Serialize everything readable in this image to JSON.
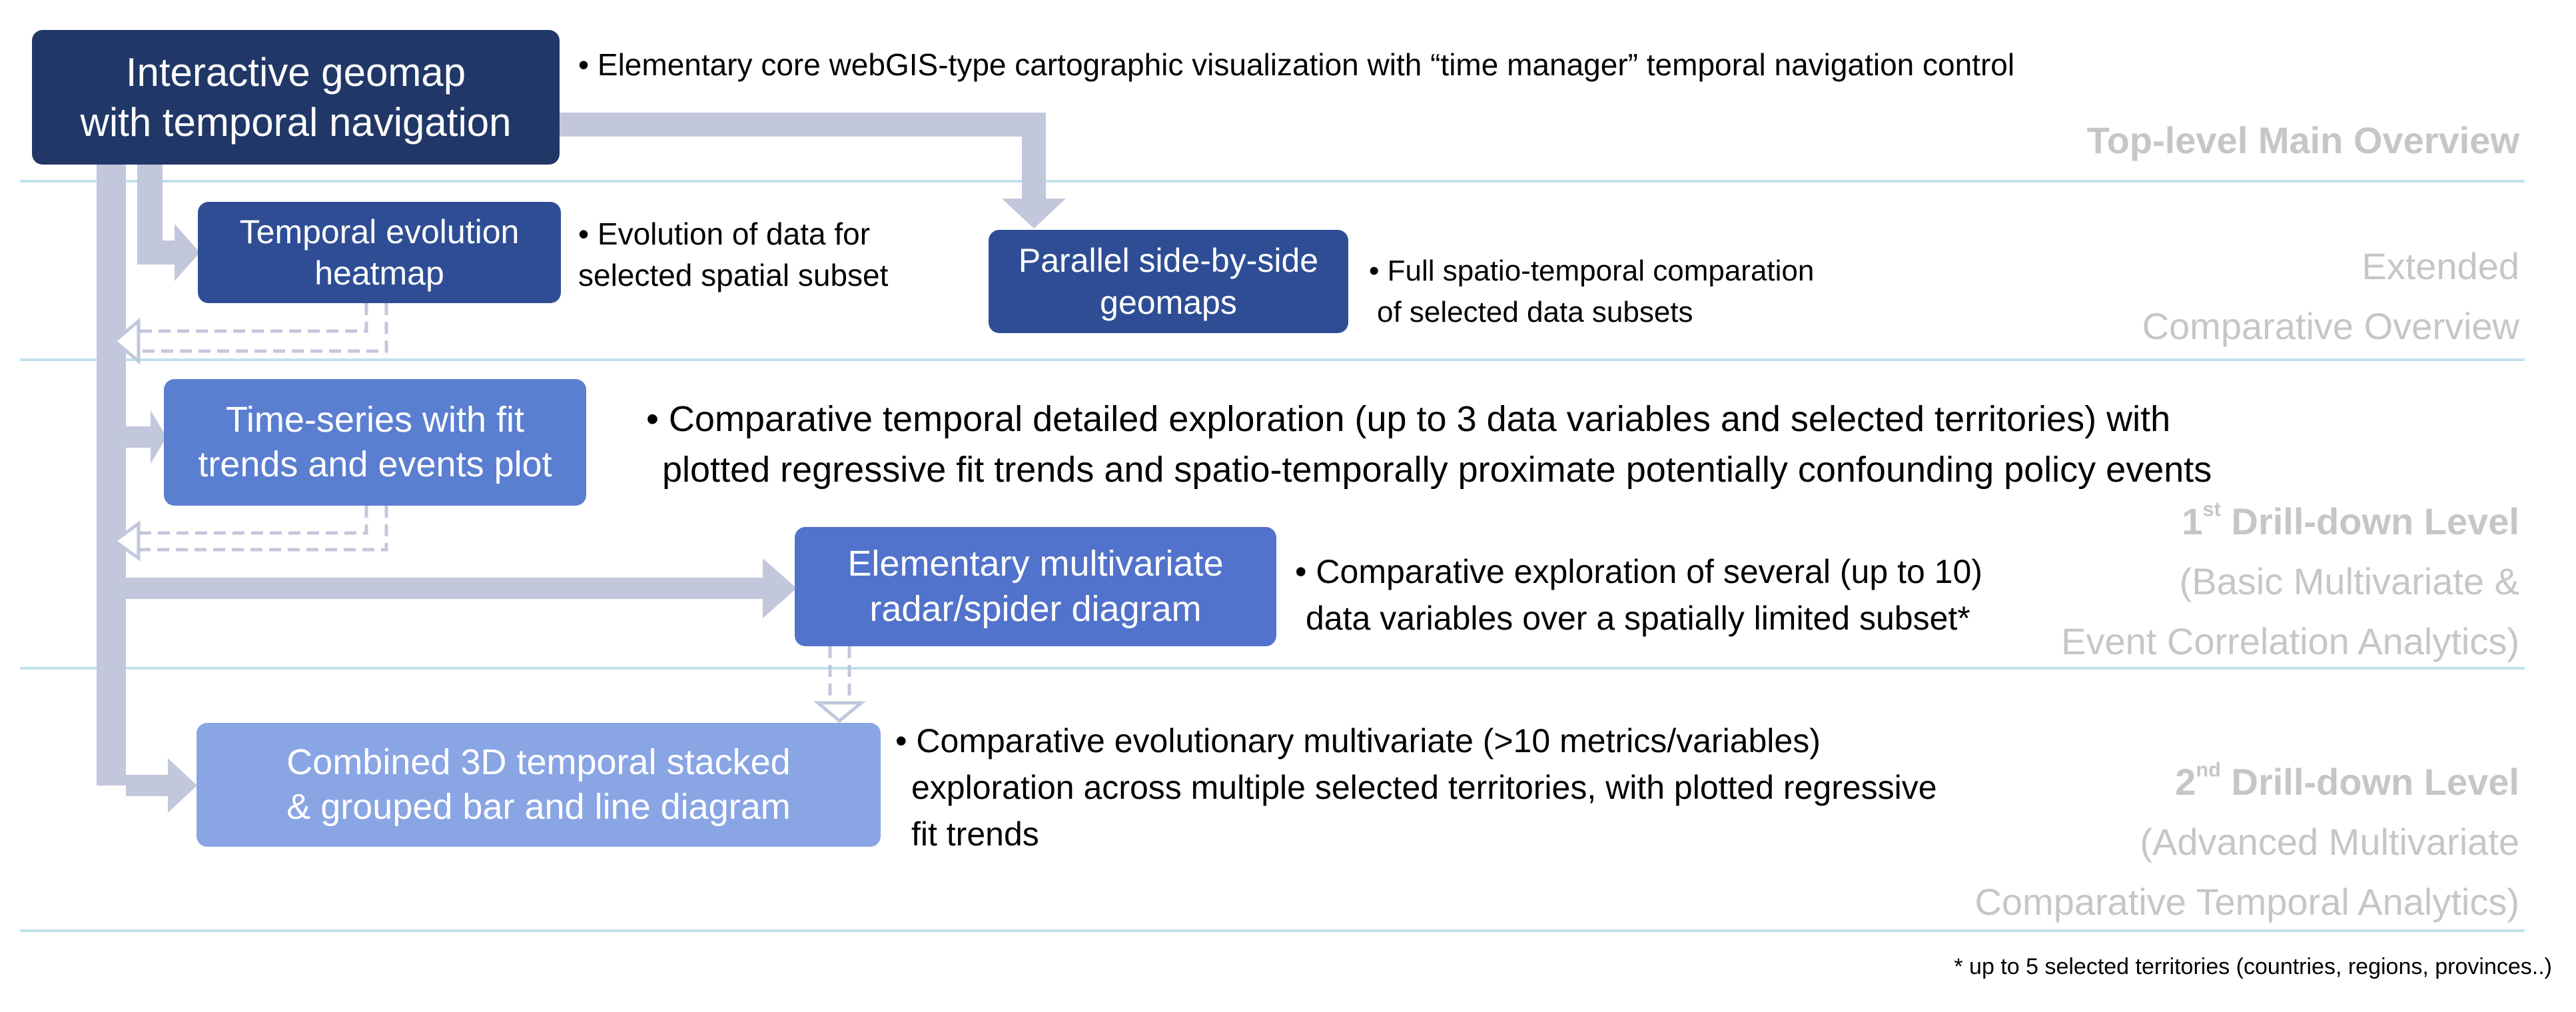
{
  "boxes": {
    "geomap": {
      "line1": "Interactive geomap",
      "line2": "with temporal navigation"
    },
    "heatmap": {
      "line1": "Temporal evolution",
      "line2": "heatmap"
    },
    "side_by_side": {
      "line1": "Parallel side-by-side",
      "line2": "geomaps"
    },
    "timeseries": {
      "line1": "Time-series with fit",
      "line2": "trends and events plot"
    },
    "radar": {
      "line1": "Elementary multivariate",
      "line2": "radar/spider diagram"
    },
    "bar3d": {
      "line1": "Combined 3D temporal stacked",
      "line2": "& grouped bar and line diagram"
    }
  },
  "descriptions": {
    "geomap": "Elementary core webGIS-type cartographic visualization with “time manager” temporal navigation control",
    "heatmap": {
      "line1": "Evolution of data for",
      "line2": "selected spatial subset"
    },
    "side_by_side": {
      "line1": "Full spatio-temporal comparation",
      "line2": "of selected data subsets"
    },
    "timeseries": {
      "line1": "Comparative temporal detailed exploration (up to 3 data variables and selected territories) with",
      "line2": "plotted regressive fit trends and spatio-temporally proximate potentially confounding policy events"
    },
    "radar": {
      "line1": "Comparative exploration of several (up to 10)",
      "line2": "data variables over a spatially limited subset*"
    },
    "bar3d": {
      "line1": "Comparative evolutionary multivariate (>10 metrics/variables)",
      "line2": "exploration across multiple selected territories, with plotted regressive",
      "line3": "fit trends"
    }
  },
  "levels": {
    "top": "Top-level Main Overview",
    "extended": {
      "line1": "Extended",
      "line2": "Comparative Overview"
    },
    "drill1": {
      "num": "1",
      "sup": "st",
      "title": " Drill-down Level",
      "sub1": "(Basic Multivariate &",
      "sub2": "Event Correlation Analytics)"
    },
    "drill2": {
      "num": "2",
      "sup": "nd",
      "title": " Drill-down Level",
      "sub1": "(Advanced Multivariate",
      "sub2": "Comparative Temporal Analytics)"
    }
  },
  "footnote": "* up to 5 selected territories (countries, regions, provinces..)",
  "colors": {
    "box_dark": "#203767",
    "box_medium": "#2e4d95",
    "box_light": "#5a7ed0",
    "box_lighter": "#8aa5e4",
    "arrow": "#c3c7dc",
    "separator": "#bfe2ec",
    "level_text": "#c6c6c6"
  }
}
